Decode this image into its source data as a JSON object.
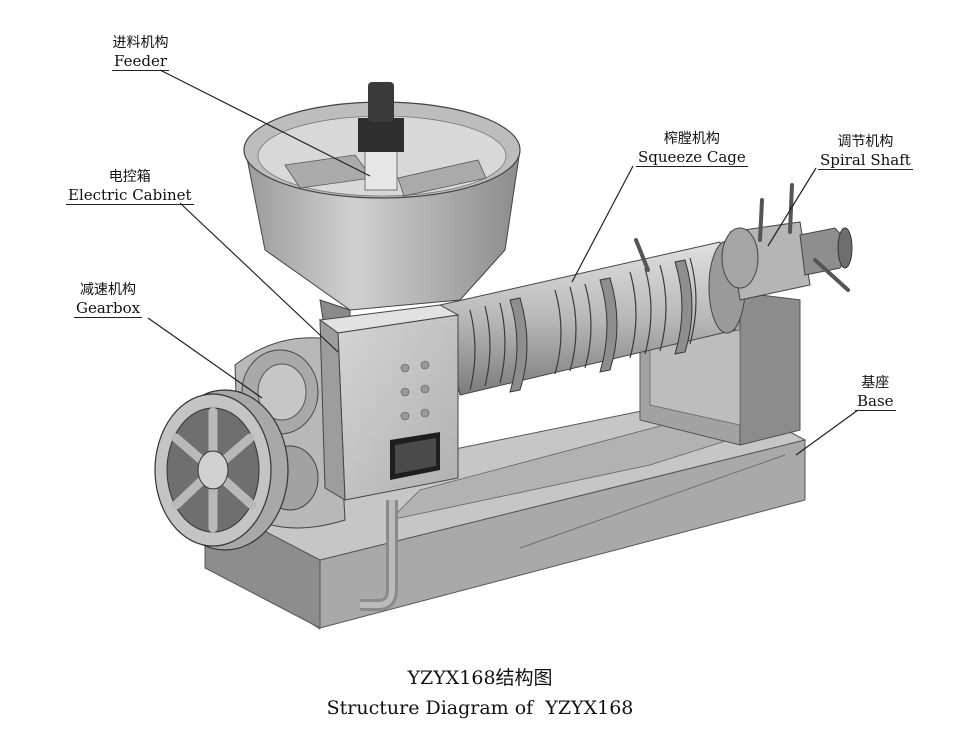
{
  "labels": {
    "feeder": {
      "zh": "进料机构",
      "en": "Feeder"
    },
    "electric_cabinet": {
      "zh": "电控箱",
      "en": "Electric Cabinet"
    },
    "gearbox": {
      "zh": "减速机构",
      "en": "Gearbox"
    },
    "squeeze_cage": {
      "zh": "榨膛机构",
      "en": "Squeeze Cage"
    },
    "spiral_shaft": {
      "zh": "调节机构",
      "en": "Spiral Shaft"
    },
    "base": {
      "zh": "基座",
      "en": "Base"
    }
  },
  "caption": {
    "zh": "YZYX168结构图",
    "en": "Structure Diagram of  YZYX168"
  }
}
